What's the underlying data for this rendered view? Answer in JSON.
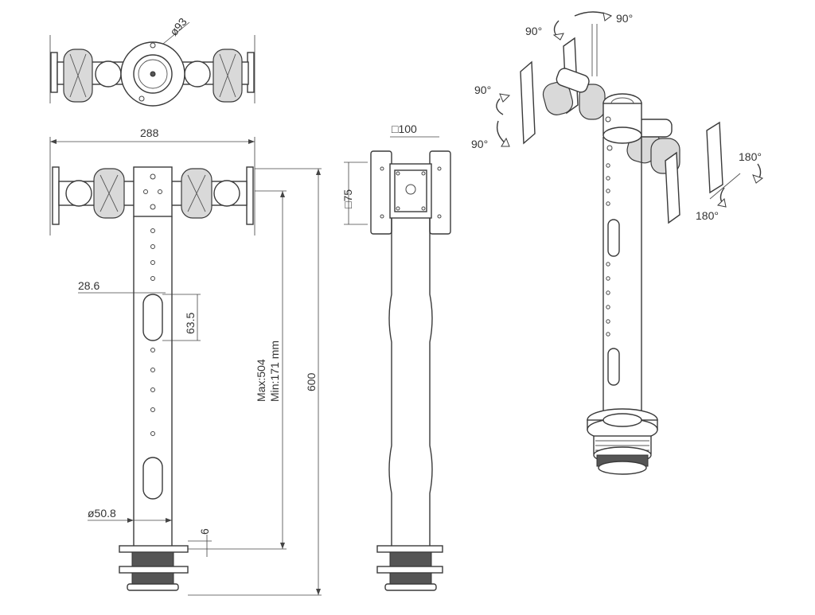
{
  "dimensions": {
    "top_diameter": "ø93",
    "width": "288",
    "plate_square": "□100",
    "plate_square_small": "□75",
    "slot_width": "28.6",
    "slot_height": "63.5",
    "height_range": "Max:504\nMin:171  mm",
    "height_range_max": "Max:504",
    "height_range_min": "Min:171  mm",
    "total_height": "600",
    "pole_diameter": "ø50.8",
    "clamp_gap": "6"
  },
  "rotation_labels": {
    "top_left": "90°",
    "top_right": "90°",
    "left_upper": "90°",
    "left_lower": "90°",
    "right_upper": "180°",
    "right_lower": "180°"
  }
}
